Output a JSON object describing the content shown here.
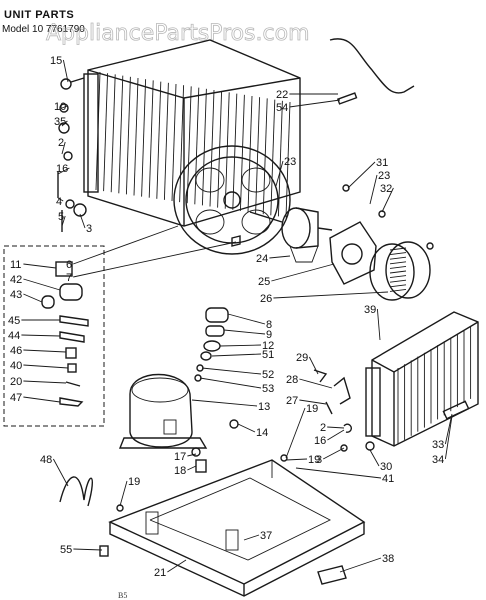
{
  "header": {
    "title": "UNIT PARTS",
    "model": "Model 10 7761790"
  },
  "watermark": "AppliancePartsPros.com",
  "footer_code": "B5",
  "colors": {
    "ink": "#1a1a1a",
    "background": "#ffffff",
    "watermark": "#9a9a9a"
  },
  "callouts": [
    "15",
    "10",
    "35",
    "2",
    "16",
    "4",
    "5",
    "3",
    "22",
    "54",
    "23",
    "31",
    "23",
    "32",
    "6",
    "7",
    "24",
    "25",
    "26",
    "11",
    "42",
    "43",
    "45",
    "44",
    "46",
    "40",
    "20",
    "47",
    "39",
    "8",
    "9",
    "12",
    "51",
    "52",
    "53",
    "13",
    "14",
    "29",
    "28",
    "27",
    "2",
    "16",
    "3",
    "30",
    "33",
    "34",
    "17",
    "18",
    "19",
    "19",
    "41",
    "48",
    "19",
    "55",
    "37",
    "21",
    "38"
  ]
}
